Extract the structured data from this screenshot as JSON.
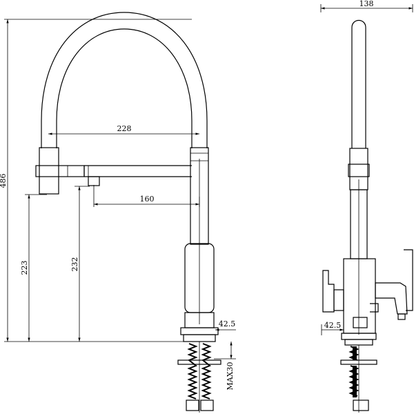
{
  "colors": {
    "stroke": "#000000",
    "background": "#ffffff",
    "hose_hatch": "#000000"
  },
  "dimensions": {
    "overall_height": "486",
    "spout_reach": "228",
    "pullout_offset": "160",
    "height_to_hose_end": "223",
    "height_to_spout_outlet": "232",
    "body_diameter_front": "42.5",
    "body_diameter_side": "42.5",
    "side_width": "138",
    "max_deck_thickness": "MAX30"
  }
}
